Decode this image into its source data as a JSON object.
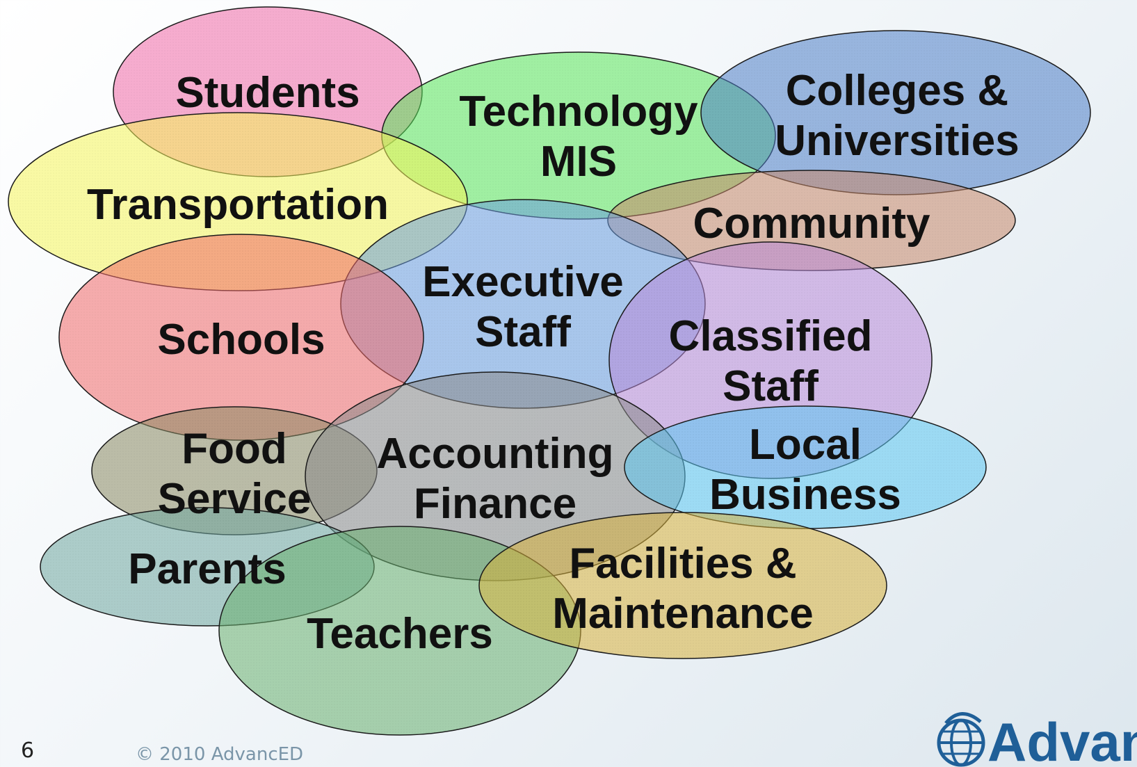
{
  "diagram": {
    "nodes": [
      {
        "id": "students",
        "lines": [
          "Students"
        ],
        "color": "#f06aa8"
      },
      {
        "id": "technology",
        "lines": [
          "Technology",
          "MIS"
        ],
        "color": "#5ae85a"
      },
      {
        "id": "colleges",
        "lines": [
          "Colleges &",
          "Universities"
        ],
        "color": "#4f7fc9"
      },
      {
        "id": "transportation",
        "lines": [
          "Transportation"
        ],
        "color": "#f5f55a"
      },
      {
        "id": "community",
        "lines": [
          "Community"
        ],
        "color": "#c9896a"
      },
      {
        "id": "executive",
        "lines": [
          "Executive",
          "Staff"
        ],
        "color": "#6b9ee0"
      },
      {
        "id": "schools",
        "lines": [
          "Schools"
        ],
        "color": "#f26a6a"
      },
      {
        "id": "classified",
        "lines": [
          "Classified",
          "Staff"
        ],
        "color": "#b98ad8"
      },
      {
        "id": "food",
        "lines": [
          "Food",
          "Service"
        ],
        "color": "#8a8a63"
      },
      {
        "id": "accounting",
        "lines": [
          "Accounting",
          "Finance"
        ],
        "color": "#8a8a8a"
      },
      {
        "id": "local",
        "lines": [
          "Local",
          "Business"
        ],
        "color": "#5cc8f2"
      },
      {
        "id": "parents",
        "lines": [
          "Parents"
        ],
        "color": "#6fa8a0"
      },
      {
        "id": "teachers",
        "lines": [
          "Teachers"
        ],
        "color": "#6ab070"
      },
      {
        "id": "facilities",
        "lines": [
          "Facilities &",
          "Maintenance"
        ],
        "color": "#d9b33c"
      }
    ]
  },
  "footer": {
    "page_number": "6",
    "copyright": "© 2010 AdvancED",
    "logo_text": "Advan"
  },
  "colors": {
    "outline": "#1a1a1a",
    "logo": "#1f5f98"
  }
}
